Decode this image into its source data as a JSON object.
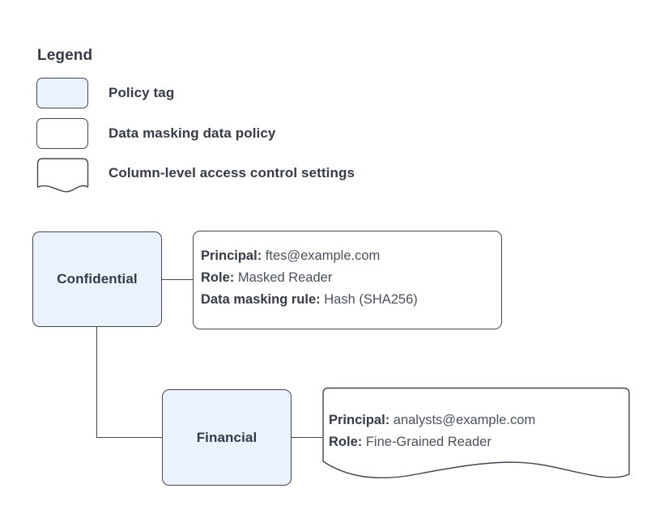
{
  "legend": {
    "title": "Legend",
    "items": [
      {
        "shape": "filled-rounded-rect",
        "label": "Policy tag"
      },
      {
        "shape": "rounded-rect",
        "label": "Data masking data policy"
      },
      {
        "shape": "document",
        "label": "Column-level access control settings"
      }
    ]
  },
  "diagram": {
    "nodes": [
      {
        "id": "confidential",
        "label": "Confidential",
        "type": "policy-tag"
      },
      {
        "id": "financial",
        "label": "Financial",
        "type": "policy-tag"
      }
    ],
    "masking_policy": {
      "principal_label": "Principal:",
      "principal_value": "ftes@example.com",
      "role_label": "Role:",
      "role_value": "Masked Reader",
      "rule_label": "Data masking rule:",
      "rule_value": "Hash (SHA256)"
    },
    "access_settings": {
      "principal_label": "Principal:",
      "principal_value": "analysts@example.com",
      "role_label": "Role:",
      "role_value": "Fine-Grained Reader"
    }
  },
  "colors": {
    "background": "#ffffff",
    "tag_fill": "#eaf2fd",
    "stroke": "#3f4758",
    "text_strong": "#343b49",
    "text_normal": "#4a5160"
  }
}
